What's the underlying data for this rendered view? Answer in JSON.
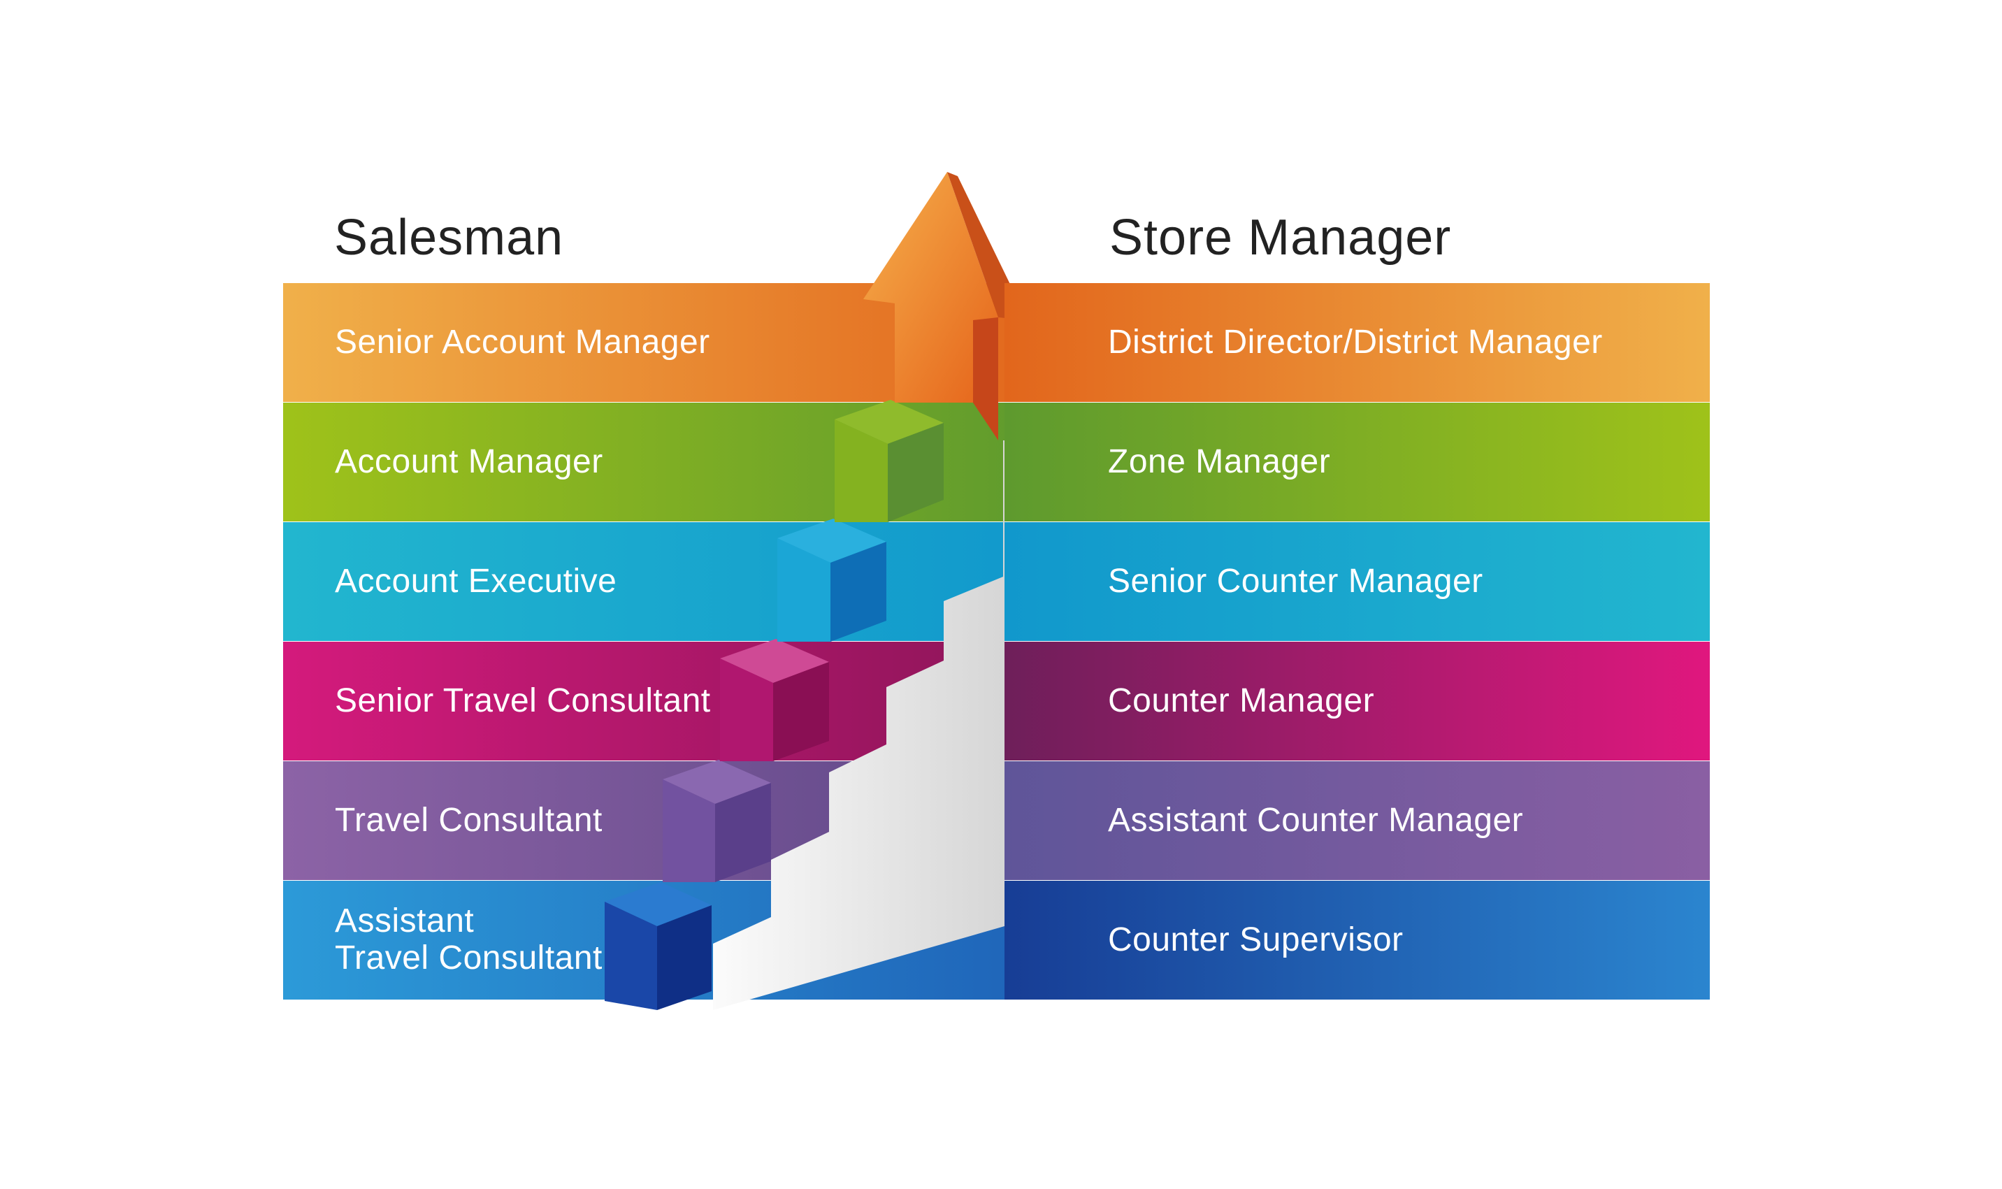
{
  "left_column": {
    "title": "Salesman",
    "levels": [
      {
        "label": "Senior Account Manager",
        "color_start": "#f0b04a",
        "color_end": "#e2661c"
      },
      {
        "label": "Account Manager",
        "color_start": "#9fc21a",
        "color_end": "#5e9a2e"
      },
      {
        "label": "Account Executive",
        "color_start": "#22b6cf",
        "color_end": "#1198cc"
      },
      {
        "label": "Senior Travel Consultant",
        "color_start": "#d41a7c",
        "color_end": "#8a1558"
      },
      {
        "label": "Travel Consultant",
        "color_start": "#8c63a6",
        "color_end": "#5d4686"
      },
      {
        "label": "Assistant\nTravel Consultant",
        "color_start": "#2c9ad8",
        "color_end": "#1f63b8"
      }
    ]
  },
  "right_column": {
    "title": "Store Manager",
    "levels": [
      {
        "label": "District Director/District Manager",
        "color_start": "#e2661c",
        "color_end": "#f0b04a"
      },
      {
        "label": "Zone Manager",
        "color_start": "#5e9a2e",
        "color_end": "#9fc21a"
      },
      {
        "label": "Senior Counter Manager",
        "color_start": "#1198cc",
        "color_end": "#22b6cf"
      },
      {
        "label": "Counter Manager",
        "color_start": "#6e1f5a",
        "color_end": "#e0177e"
      },
      {
        "label": "Assistant Counter Manager",
        "color_start": "#5f5599",
        "color_end": "#8a5fa3"
      },
      {
        "label": "Counter Supervisor",
        "color_start": "#173d95",
        "color_end": "#2b85cf"
      }
    ]
  },
  "arrow": {
    "icon": "up-arrow-icon",
    "color": "#f08a24"
  }
}
